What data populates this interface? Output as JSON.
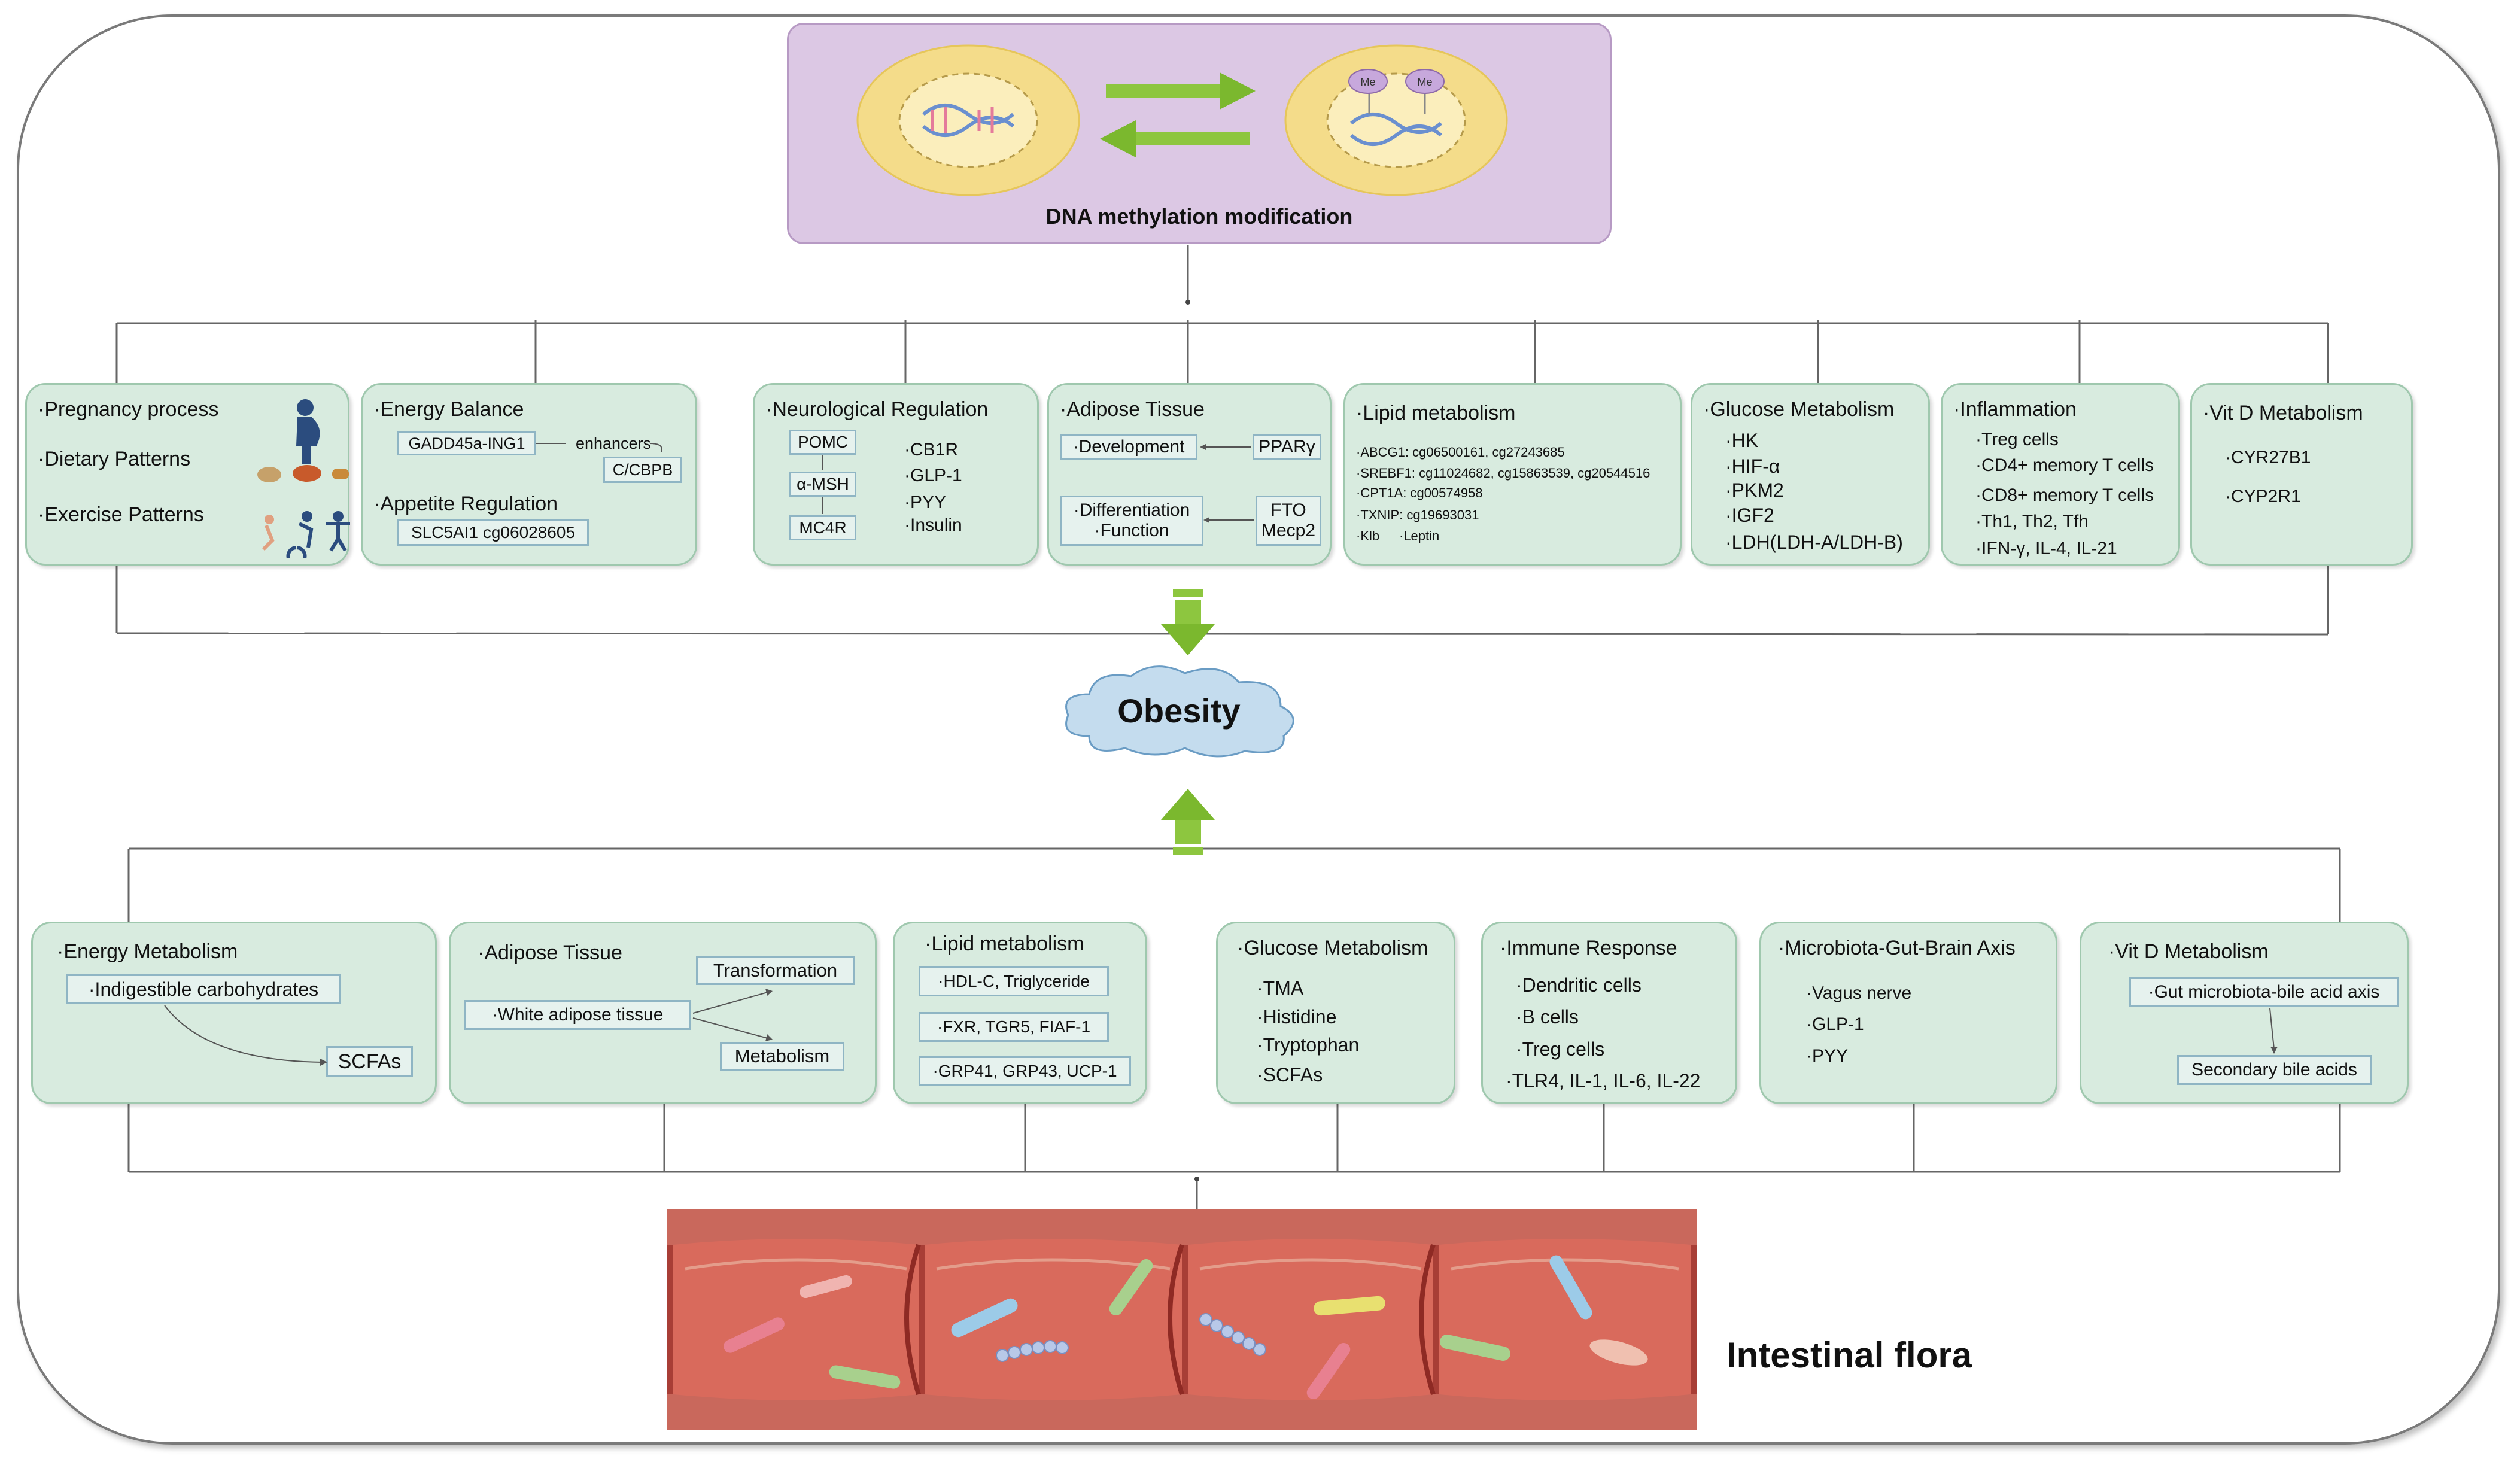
{
  "top": {
    "title": "DNA methylation modification",
    "me": "Me"
  },
  "center": "Obesity",
  "bottom_title": "Intestinal flora",
  "row1": {
    "c1": {
      "l1": "·Pregnancy process",
      "l2": "·Dietary Patterns",
      "l3": "·Exercise Patterns"
    },
    "c2": {
      "h1": "·Energy Balance",
      "b1": "GADD45a-ING1",
      "b2": "enhancers",
      "b3": "C/CBPB",
      "h2": "·Appetite Regulation",
      "b4": "SLC5AI1 cg06028605"
    },
    "c3": {
      "h": "·Neurological Regulation",
      "b1": "POMC",
      "b2": "α-MSH",
      "b3": "MC4R",
      "i1": "·CB1R",
      "i2": "·GLP-1",
      "i3": "·PYY",
      "i4": "·Insulin"
    },
    "c4": {
      "h": "·Adipose Tissue",
      "b1": "·Development",
      "b2": "PPARγ",
      "b3a": "·Differentiation",
      "b3b": "·Function",
      "b4a": "FTO",
      "b4b": "Mecp2"
    },
    "c5": {
      "h": "·Lipid metabolism",
      "i1": "·ABCG1: cg06500161, cg27243685",
      "i2": "·SREBF1: cg11024682, cg15863539, cg20544516",
      "i3": "·CPT1A: cg00574958",
      "i4": "·TXNIP: cg19693031",
      "i5": "·Klb",
      "i6": "·Leptin"
    },
    "c6": {
      "h": "·Glucose Metabolism",
      "i1": "·HK",
      "i2": "·HIF-α",
      "i3": "·PKM2",
      "i4": "·IGF2",
      "i5": "·LDH(LDH-A/LDH-B)"
    },
    "c7": {
      "h": "·Inflammation",
      "i1": "·Treg cells",
      "i2": "·CD4+ memory T cells",
      "i3": "·CD8+ memory T cells",
      "i4": "·Th1, Th2, Tfh",
      "i5": "·IFN-γ, IL-4, IL-21"
    },
    "c8": {
      "h": "·Vit D Metabolism",
      "i1": "·CYR27B1",
      "i2": "·CYP2R1"
    }
  },
  "row2": {
    "d1": {
      "h": "·Energy Metabolism",
      "b1": "·Indigestible carbohydrates",
      "b2": "SCFAs"
    },
    "d2": {
      "h": "·Adipose Tissue",
      "b1": "Transformation",
      "b2": "·White adipose tissue",
      "b3": "Metabolism"
    },
    "d3": {
      "h": "·Lipid metabolism",
      "b1": "·HDL-C, Triglyceride",
      "b2": "·FXR, TGR5, FIAF-1",
      "b3": "·GRP41, GRP43, UCP-1"
    },
    "d4": {
      "h": "·Glucose Metabolism",
      "i1": "·TMA",
      "i2": "·Histidine",
      "i3": "·Tryptophan",
      "i4": "·SCFAs"
    },
    "d5": {
      "h": "·Immune Response",
      "i1": "·Dendritic cells",
      "i2": "·B cells",
      "i3": "·Treg cells",
      "i4": "·TLR4, IL-1, IL-6, IL-22"
    },
    "d6": {
      "h": "·Microbiota-Gut-Brain Axis",
      "i1": "·Vagus nerve",
      "i2": "·GLP-1",
      "i3": "·PYY"
    },
    "d7": {
      "h": "·Vit D Metabolism",
      "b1": "·Gut microbiota-bile acid axis",
      "b2": "Secondary bile acids"
    }
  }
}
